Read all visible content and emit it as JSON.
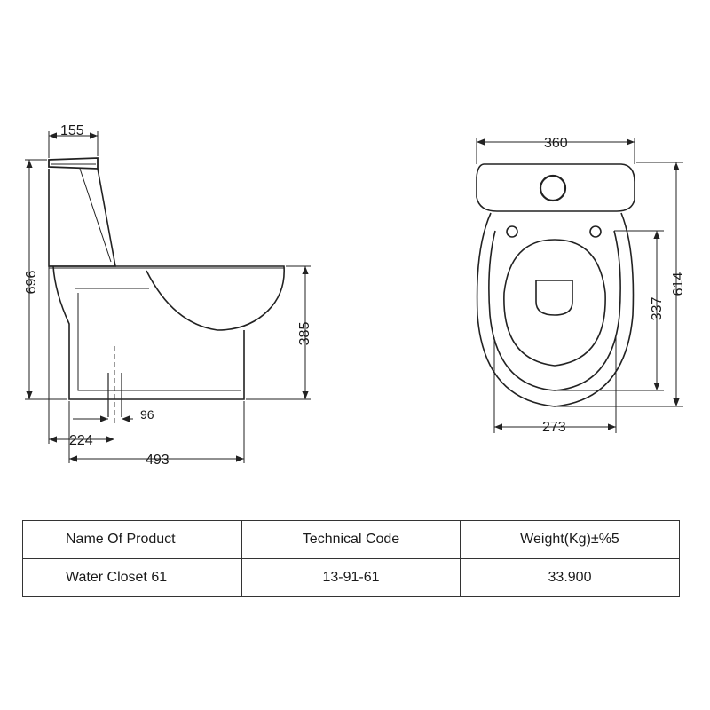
{
  "side_view": {
    "dims": {
      "top_width": "155",
      "total_height": "696",
      "bowl_height": "385",
      "pipe_width": "96",
      "outlet_offset": "224",
      "total_length": "493"
    }
  },
  "top_view": {
    "dims": {
      "tank_width": "360",
      "total_depth": "614",
      "seat_depth": "337",
      "seat_width": "273"
    }
  },
  "table": {
    "headers": [
      "Name Of Product",
      "Technical Code",
      "Weight(Kg)±%5"
    ],
    "rows": [
      [
        "Water Closet 61",
        "13-91-61",
        "33.900"
      ]
    ]
  }
}
